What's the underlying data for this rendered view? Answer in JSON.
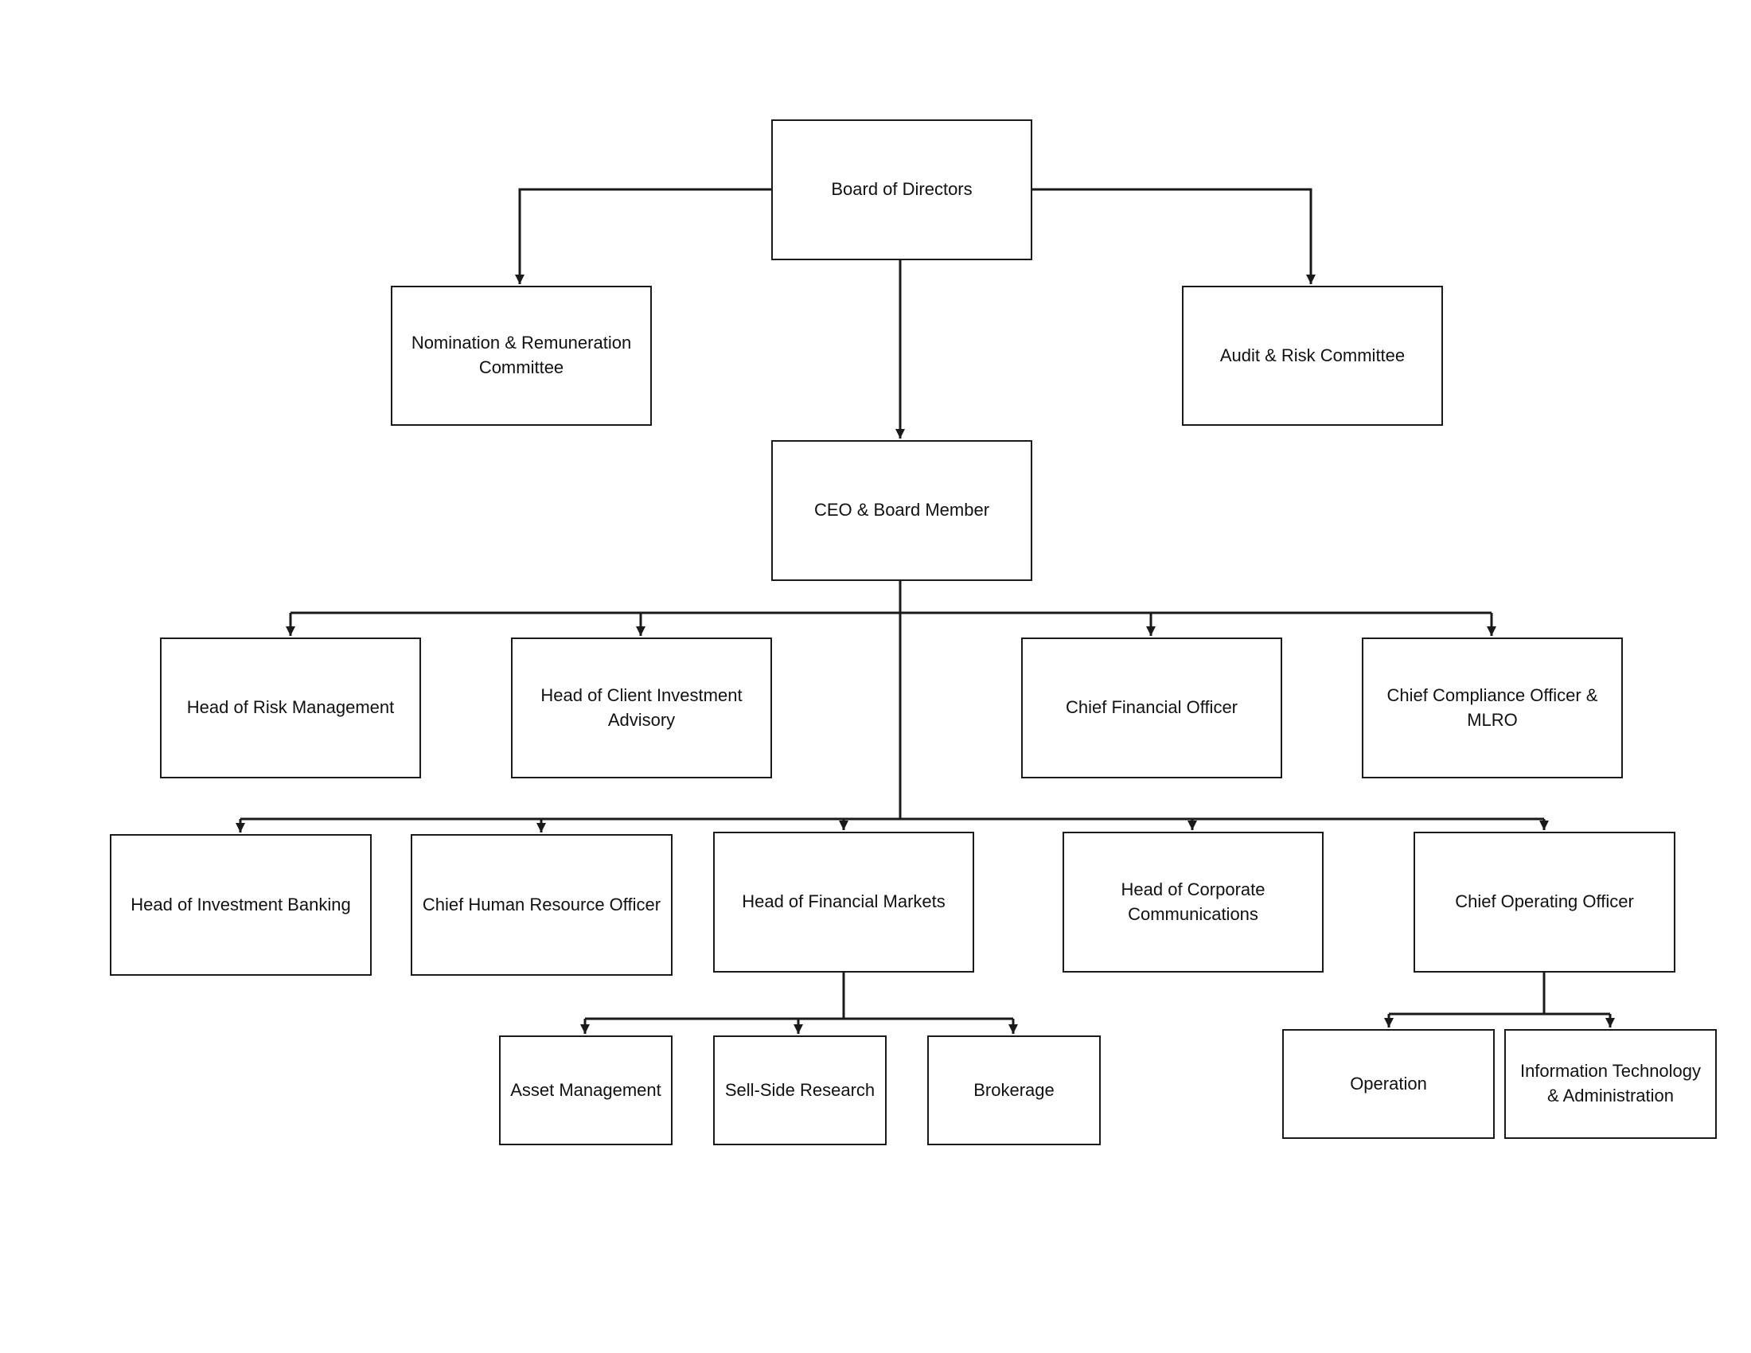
{
  "colors": {
    "line": "#1a1a1a",
    "box_border": "#1a1a1a",
    "background": "#ffffff"
  },
  "nodes": {
    "board": {
      "label": "Board of Directors"
    },
    "nomination": {
      "label": "Nomination & Remuneration Committee"
    },
    "audit": {
      "label": "Audit & Risk Committee"
    },
    "ceo": {
      "label": "CEO & Board Member"
    },
    "risk": {
      "label": "Head of Risk Management"
    },
    "client_inv": {
      "label": "Head of Client Investment Advisory"
    },
    "cfo": {
      "label": "Chief Financial Officer"
    },
    "compliance": {
      "label": "Chief Compliance Officer & MLRO"
    },
    "inv_banking": {
      "label": "Head of Investment Banking"
    },
    "chro": {
      "label": "Chief Human Resource Officer"
    },
    "fin_markets": {
      "label": "Head of Financial Markets"
    },
    "corp_comms": {
      "label": "Head of Corporate Communications"
    },
    "coo": {
      "label": "Chief Operating Officer"
    },
    "asset_mgmt": {
      "label": "Asset Management"
    },
    "sell_side": {
      "label": "Sell-Side Research"
    },
    "brokerage": {
      "label": "Brokerage"
    },
    "operation": {
      "label": "Operation"
    },
    "it_admin": {
      "label": "Information Technology & Administration"
    }
  }
}
